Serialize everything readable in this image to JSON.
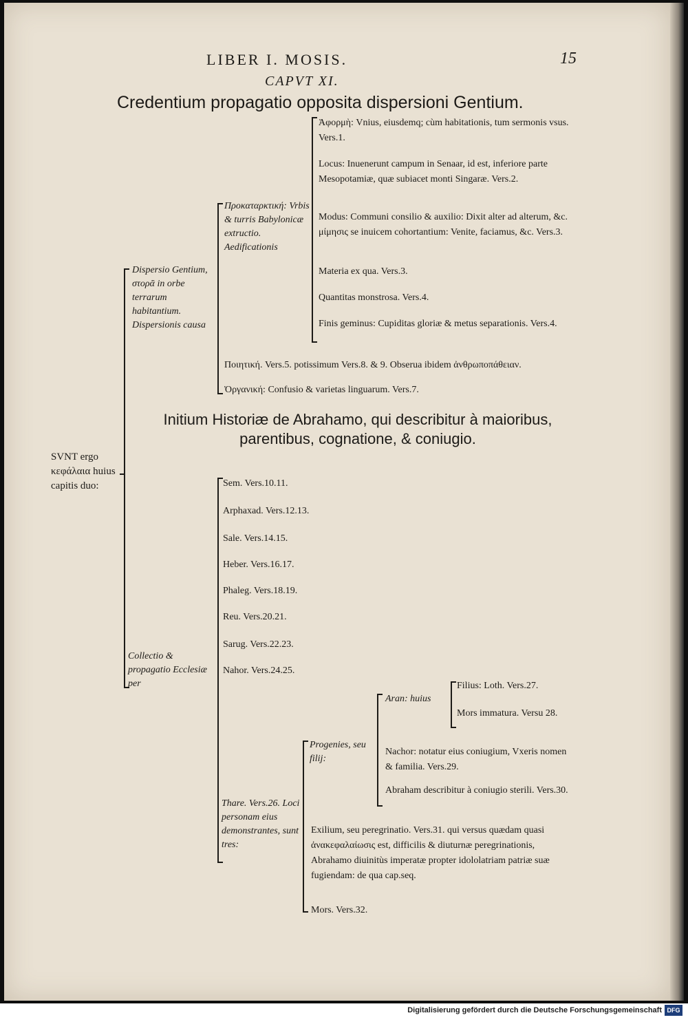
{
  "header": {
    "running_title": "LIBER I. MOSIS.",
    "page_number": "15",
    "chapter": "CAPVT XI.",
    "title": "Credentium propagatio opposita dispersioni Gentium."
  },
  "root": {
    "label": "SVNT ergo κεφάλαια huius capitis duo:"
  },
  "section1": {
    "label": "Dispersio Gentium, στορᾶ in orbe terrarum habitantium. Dispersionis causa",
    "group_label": "Προκαταρκτική: Vrbis & turris Babylonicæ extructio. Aedificationis",
    "items": [
      "Ἀφορμὴ: Vnius, eiusdemq; cùm habitationis, tum sermonis vsus. Vers.1.",
      "Locus: Inuenerunt campum in Senaar, id est, inferiore parte Mesopotamiæ, quæ subiacet monti Singaræ. Vers.2.",
      "Modus: Communi consilio & auxilio: Dixit alter ad alterum, &c. μίμησις se inuicem cohortantium: Venite, faciamus, &c. Vers.3.",
      "Materia ex qua. Vers.3.",
      "Quantitas monstrosa. Vers.4.",
      "Finis geminus: Cupiditas gloriæ & metus separationis. Vers.4."
    ],
    "poietike": "Ποιητική. Vers.5. potissimum Vers.8. & 9. Obserua ibidem ἀνθρωποπάθειαν.",
    "organike": "Ὀργανική: Confusio & varietas linguarum. Vers.7."
  },
  "section2_heading": "Initium Historiæ de Abrahamo, qui describitur à maioribus, parentibus, cognatione, & coniugio.",
  "section2": {
    "label": "Collectio & propagatio Ecclesiæ per",
    "genealogy": [
      "Sem. Vers.10.11.",
      "Arphaxad. Vers.12.13.",
      "Sale. Vers.14.15.",
      "Heber. Vers.16.17.",
      "Phaleg. Vers.18.19.",
      "Reu. Vers.20.21.",
      "Sarug. Vers.22.23.",
      "Nahor. Vers.24.25."
    ],
    "thare": {
      "label": "Thare. Vers.26. Loci personam eius demonstrantes, sunt tres:",
      "progenies": {
        "label": "Progenies, seu filij:",
        "aran": {
          "label": "Aran: huius",
          "filius": "Filius: Loth. Vers.27.",
          "mors": "Mors immatura. Versu 28."
        },
        "nachor": "Nachor: notatur eius coniugium, Vxeris nomen & familia. Vers.29.",
        "abraham": "Abraham describitur à coniugio sterili. Vers.30."
      },
      "exilium": "Exilium, seu peregrinatio. Vers.31. qui versus quædam quasi ἀνακεφαλαίωσις est, difficilis & diuturnæ peregrinationis, Abrahamo diuinitùs imperatæ propter idololatriam patriæ suæ fugiendam: de qua cap.seq.",
      "mors": "Mors. Vers.32."
    }
  },
  "footer": {
    "credit": "Digitalisierung gefördert durch die Deutsche Forschungsgemeinschaft",
    "logo": "DFG"
  }
}
